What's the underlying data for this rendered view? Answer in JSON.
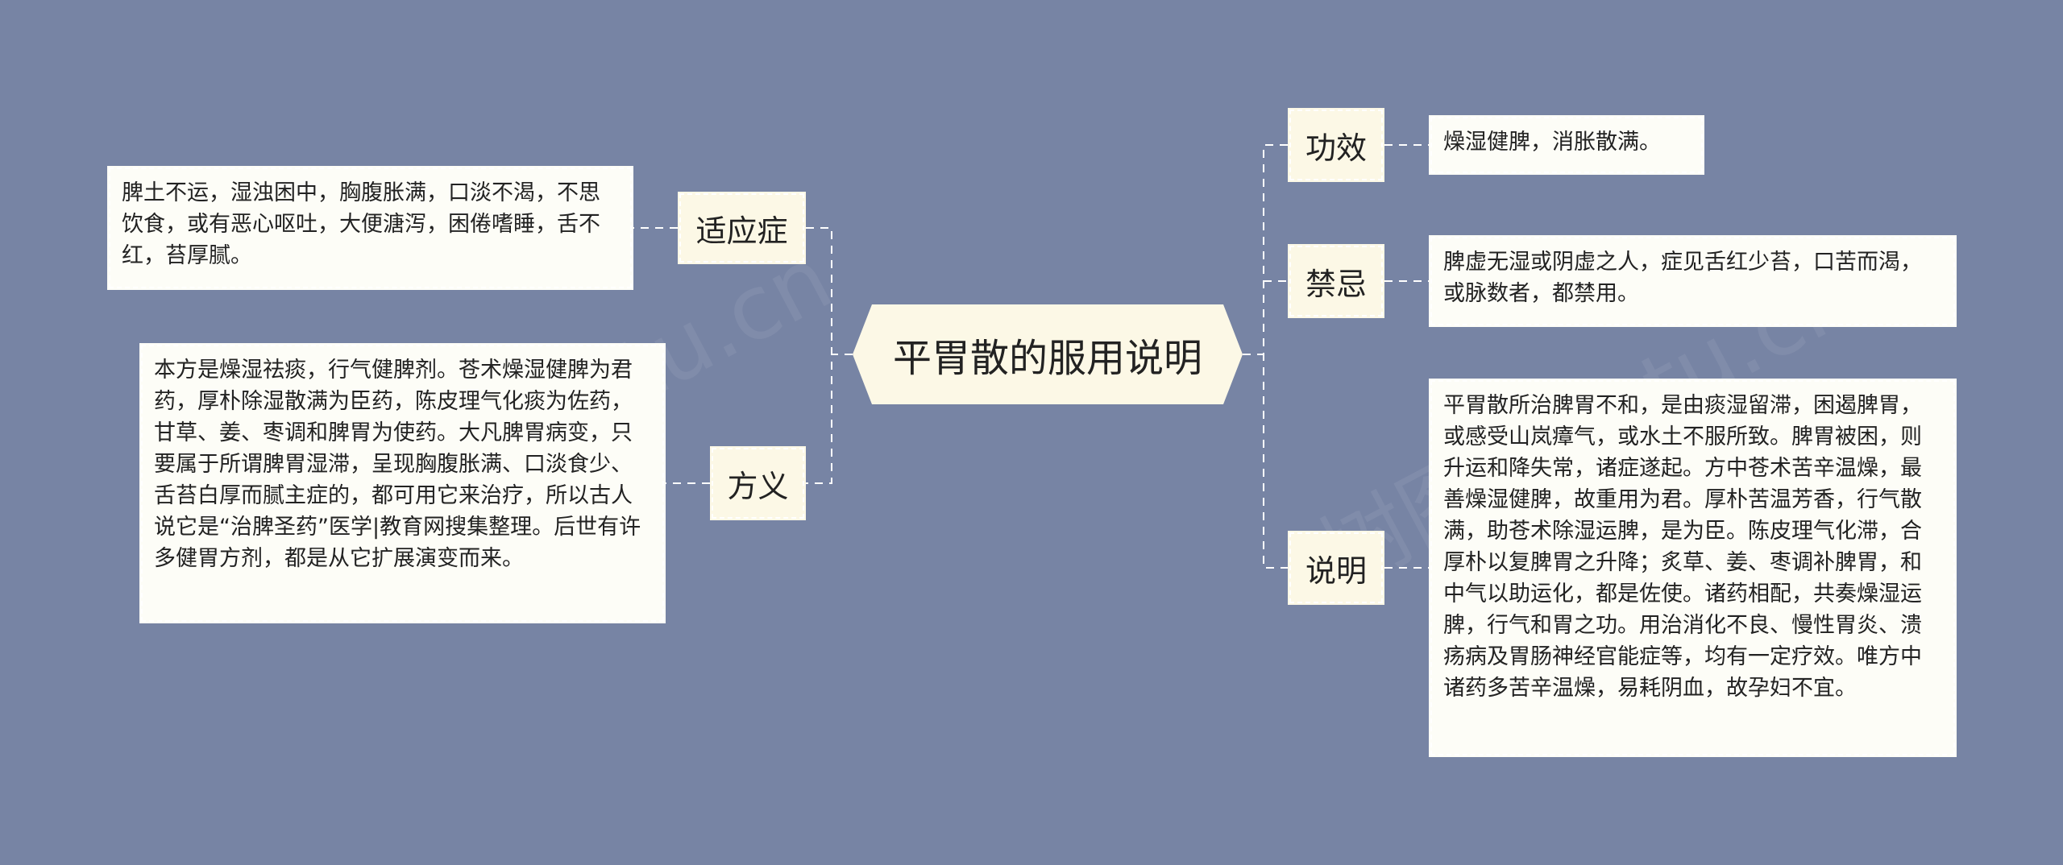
{
  "center": {
    "title": "平胃散的服用说明"
  },
  "left": [
    {
      "label": "适应症",
      "text": "脾土不运，湿浊困中，胸腹胀满，口淡不渴，不思饮食，或有恶心呕吐，大便溏泻，困倦嗜睡，舌不红，苔厚腻。"
    },
    {
      "label": "方义",
      "text": "本方是燥湿祛痰，行气健脾剂。苍术燥湿健脾为君药，厚朴除湿散满为臣药，陈皮理气化痰为佐药，甘草、姜、枣调和脾胃为使药。大凡脾胃病变，只要属于所谓脾胃湿滞，呈现胸腹胀满、口淡食少、舌苔白厚而腻主症的，都可用它来治疗，所以古人说它是“治脾圣药”医学|教育网搜集整理。后世有许多健胃方剂，都是从它扩展演变而来。"
    }
  ],
  "right": [
    {
      "label": "功效",
      "text": "燥湿健脾，消胀散满。"
    },
    {
      "label": "禁忌",
      "text": "脾虚无湿或阴虚之人，症见舌红少苔，口苦而渴，或脉数者，都禁用。"
    },
    {
      "label": "说明",
      "text": "平胃散所治脾胃不和，是由痰湿留滞，困遏脾胃，或感受山岚瘴气，或水土不服所致。脾胃被困，则升运和降失常，诸症遂起。方中苍术苦辛温燥，最善燥湿健脾，故重用为君。厚朴苦温芳香，行气散满，助苍术除湿运脾，是为臣。陈皮理气化滞，合厚朴以复脾胃之升降；炙草、姜、枣调补脾胃，和中气以助运化，都是佐使。诸药相配，共奏燥湿运脾，行气和胃之功。用治消化不良、慢性胃炎、溃疡病及胃肠神经官能症等，均有一定疗效。唯方中诸药多苦辛温燥，易耗阴血，故孕妇不宜。"
    }
  ],
  "watermarks": [
    "树图 shutu.cn",
    "树图 shutu.cn"
  ],
  "colors": {
    "background": "#7784a4",
    "node_fill": "#fcf8e6",
    "connector": "#ffffff"
  }
}
